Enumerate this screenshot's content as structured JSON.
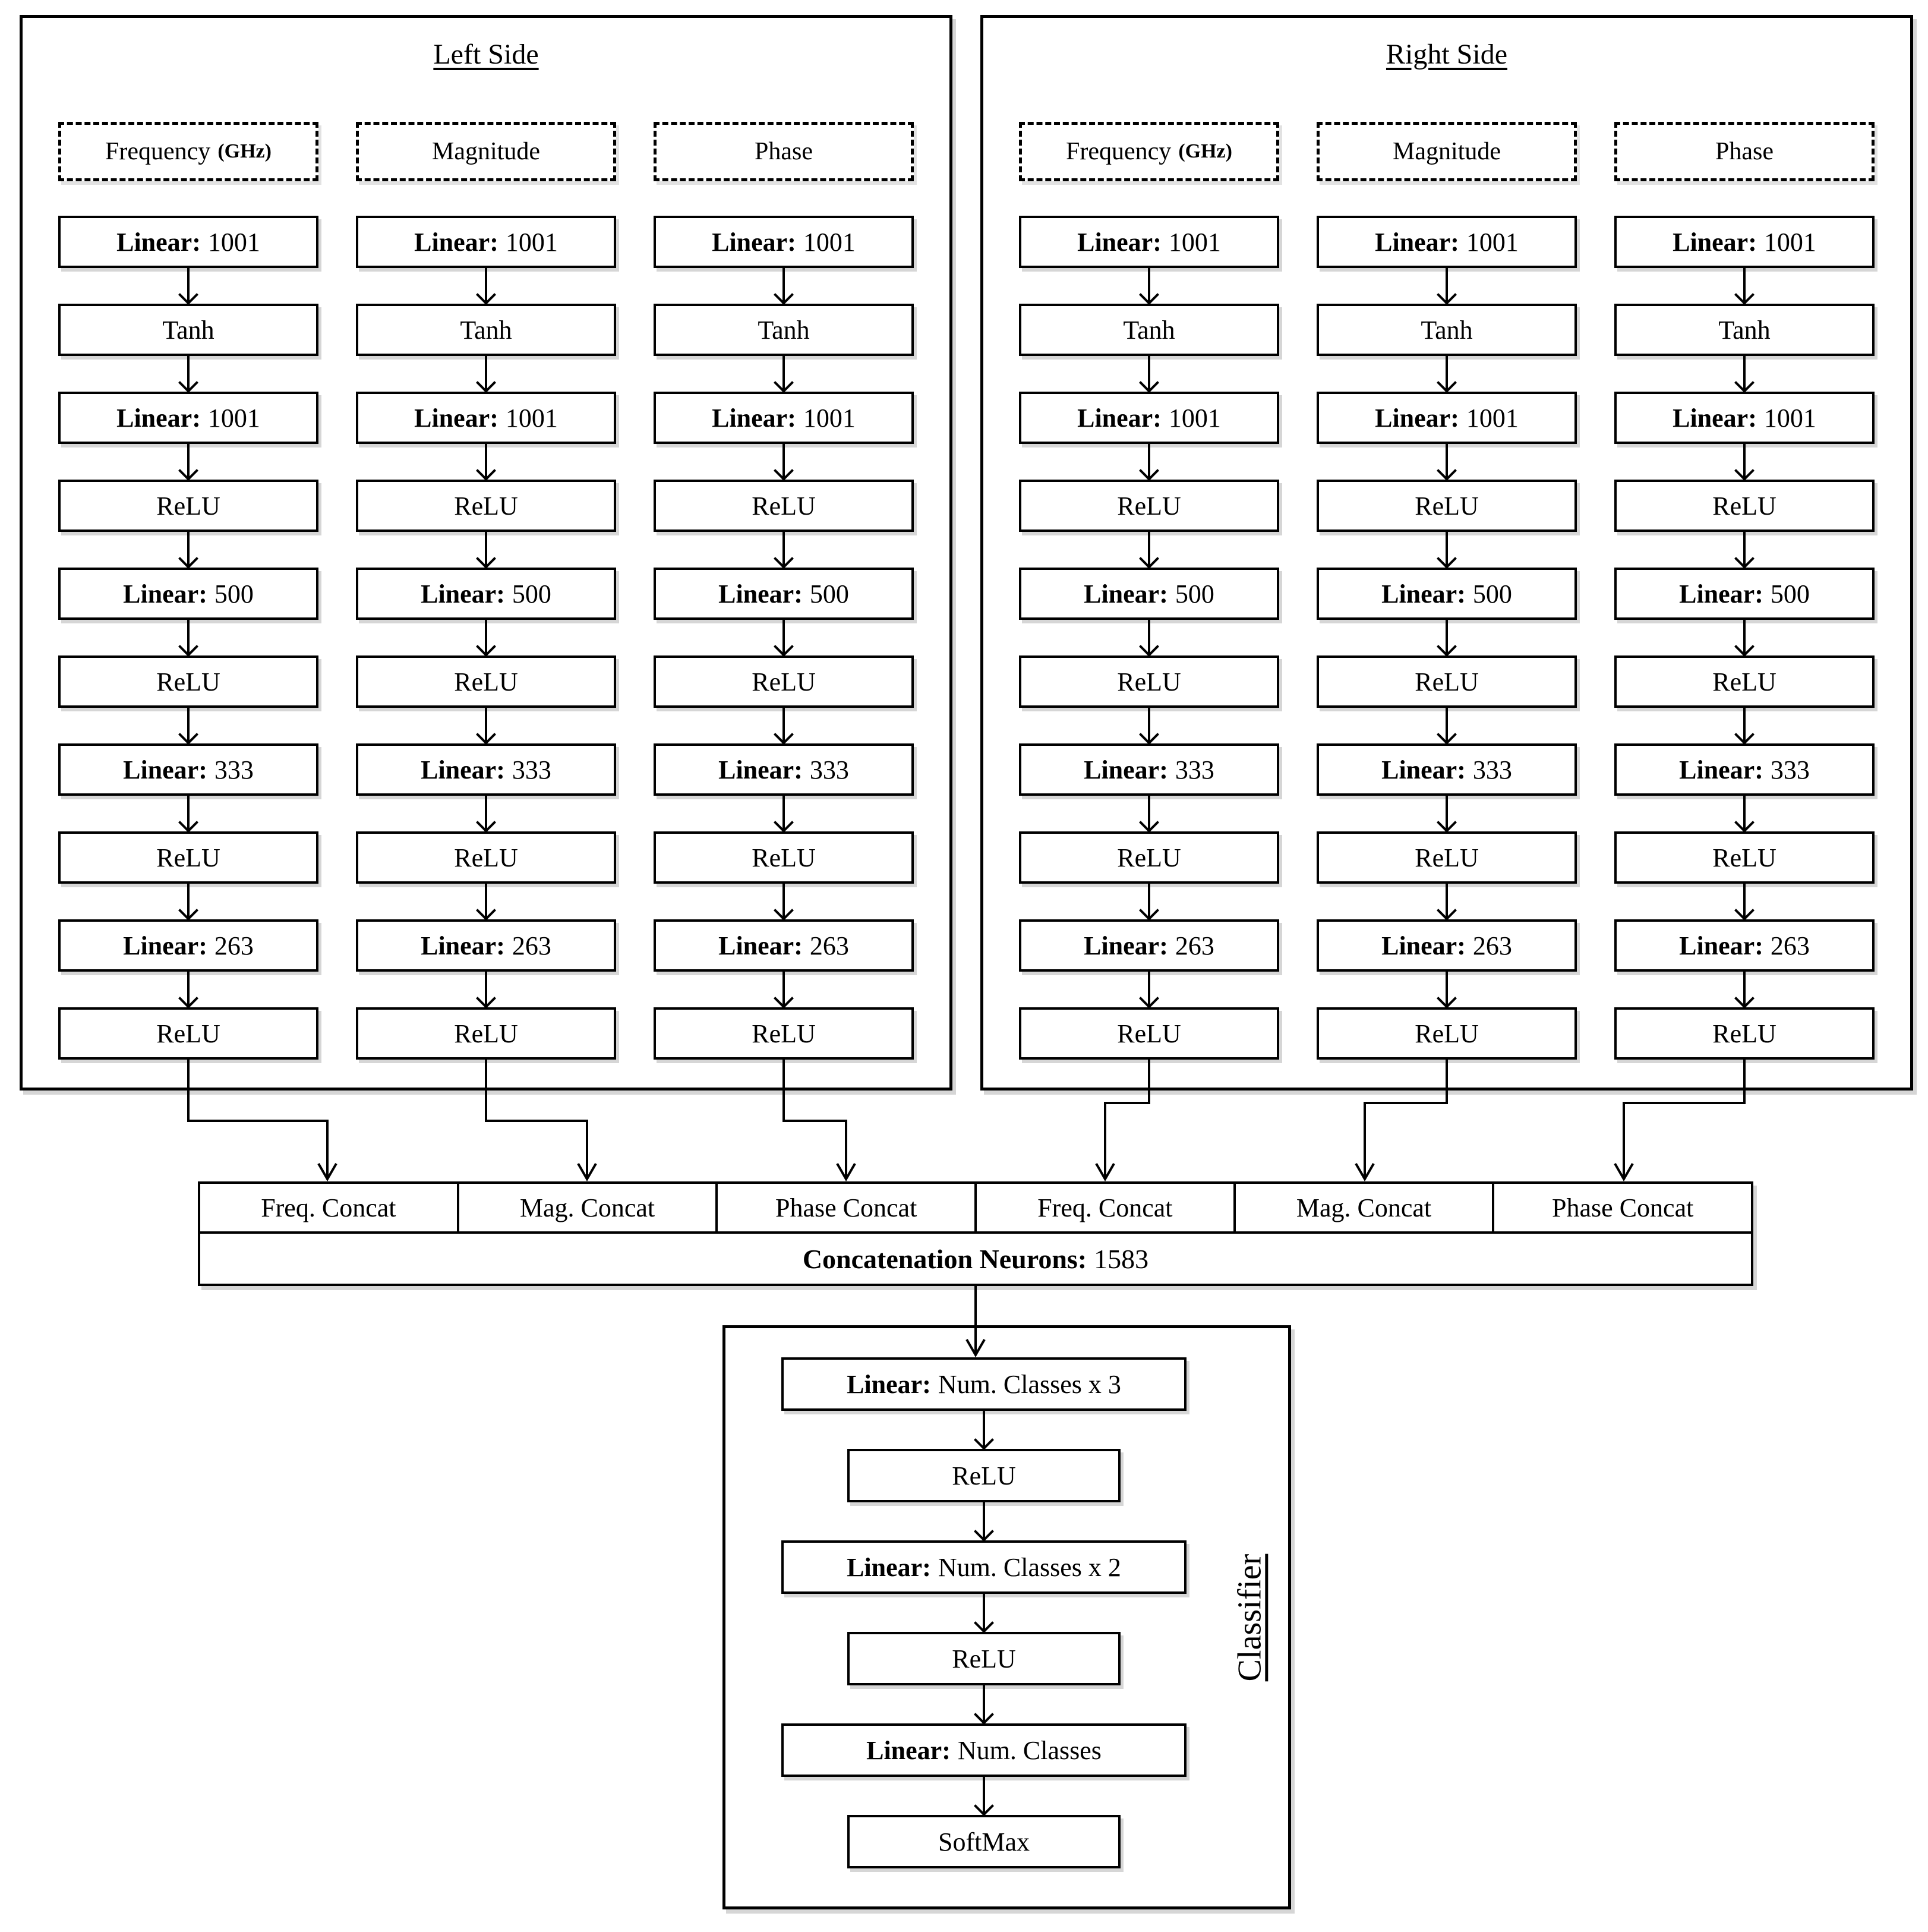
{
  "page": {
    "background": "#ffffff",
    "line_color": "#000000"
  },
  "sides": [
    {
      "title": "Left Side",
      "columns": [
        {
          "input": {
            "label": "Frequency",
            "unit": "(GHz)"
          },
          "layers": [
            {
              "bold": "Linear:",
              "text": "1001"
            },
            {
              "bold": "",
              "text": "Tanh"
            },
            {
              "bold": "Linear:",
              "text": "1001"
            },
            {
              "bold": "",
              "text": "ReLU"
            },
            {
              "bold": "Linear:",
              "text": "500"
            },
            {
              "bold": "",
              "text": "ReLU"
            },
            {
              "bold": "Linear:",
              "text": "333"
            },
            {
              "bold": "",
              "text": "ReLU"
            },
            {
              "bold": "Linear:",
              "text": "263"
            },
            {
              "bold": "",
              "text": "ReLU"
            }
          ]
        },
        {
          "input": {
            "label": "Magnitude",
            "unit": ""
          },
          "layers": [
            {
              "bold": "Linear:",
              "text": "1001"
            },
            {
              "bold": "",
              "text": "Tanh"
            },
            {
              "bold": "Linear:",
              "text": "1001"
            },
            {
              "bold": "",
              "text": "ReLU"
            },
            {
              "bold": "Linear:",
              "text": "500"
            },
            {
              "bold": "",
              "text": "ReLU"
            },
            {
              "bold": "Linear:",
              "text": "333"
            },
            {
              "bold": "",
              "text": "ReLU"
            },
            {
              "bold": "Linear:",
              "text": "263"
            },
            {
              "bold": "",
              "text": "ReLU"
            }
          ]
        },
        {
          "input": {
            "label": "Phase",
            "unit": ""
          },
          "layers": [
            {
              "bold": "Linear:",
              "text": "1001"
            },
            {
              "bold": "",
              "text": "Tanh"
            },
            {
              "bold": "Linear:",
              "text": "1001"
            },
            {
              "bold": "",
              "text": "ReLU"
            },
            {
              "bold": "Linear:",
              "text": "500"
            },
            {
              "bold": "",
              "text": "ReLU"
            },
            {
              "bold": "Linear:",
              "text": "333"
            },
            {
              "bold": "",
              "text": "ReLU"
            },
            {
              "bold": "Linear:",
              "text": "263"
            },
            {
              "bold": "",
              "text": "ReLU"
            }
          ]
        }
      ]
    },
    {
      "title": "Right Side",
      "columns": [
        {
          "input": {
            "label": "Frequency",
            "unit": "(GHz)"
          },
          "layers": [
            {
              "bold": "Linear:",
              "text": "1001"
            },
            {
              "bold": "",
              "text": "Tanh"
            },
            {
              "bold": "Linear:",
              "text": "1001"
            },
            {
              "bold": "",
              "text": "ReLU"
            },
            {
              "bold": "Linear:",
              "text": "500"
            },
            {
              "bold": "",
              "text": "ReLU"
            },
            {
              "bold": "Linear:",
              "text": "333"
            },
            {
              "bold": "",
              "text": "ReLU"
            },
            {
              "bold": "Linear:",
              "text": "263"
            },
            {
              "bold": "",
              "text": "ReLU"
            }
          ]
        },
        {
          "input": {
            "label": "Magnitude",
            "unit": ""
          },
          "layers": [
            {
              "bold": "Linear:",
              "text": "1001"
            },
            {
              "bold": "",
              "text": "Tanh"
            },
            {
              "bold": "Linear:",
              "text": "1001"
            },
            {
              "bold": "",
              "text": "ReLU"
            },
            {
              "bold": "Linear:",
              "text": "500"
            },
            {
              "bold": "",
              "text": "ReLU"
            },
            {
              "bold": "Linear:",
              "text": "333"
            },
            {
              "bold": "",
              "text": "ReLU"
            },
            {
              "bold": "Linear:",
              "text": "263"
            },
            {
              "bold": "",
              "text": "ReLU"
            }
          ]
        },
        {
          "input": {
            "label": "Phase",
            "unit": ""
          },
          "layers": [
            {
              "bold": "Linear:",
              "text": "1001"
            },
            {
              "bold": "",
              "text": "Tanh"
            },
            {
              "bold": "Linear:",
              "text": "1001"
            },
            {
              "bold": "",
              "text": "ReLU"
            },
            {
              "bold": "Linear:",
              "text": "500"
            },
            {
              "bold": "",
              "text": "ReLU"
            },
            {
              "bold": "Linear:",
              "text": "333"
            },
            {
              "bold": "",
              "text": "ReLU"
            },
            {
              "bold": "Linear:",
              "text": "263"
            },
            {
              "bold": "",
              "text": "ReLU"
            }
          ]
        }
      ]
    }
  ],
  "concat": {
    "cells": [
      "Freq. Concat",
      "Mag. Concat",
      "Phase Concat",
      "Freq. Concat",
      "Mag. Concat",
      "Phase Concat"
    ],
    "neurons": {
      "bold": "Concatenation Neurons:",
      "text": "1583"
    }
  },
  "classifier": {
    "label": "Classifier",
    "layers": [
      {
        "bold": "Linear:",
        "text": "Num. Classes x 3"
      },
      {
        "bold": "",
        "text": "ReLU"
      },
      {
        "bold": "Linear:",
        "text": "Num. Classes x 2"
      },
      {
        "bold": "",
        "text": "ReLU"
      },
      {
        "bold": "Linear:",
        "text": "Num. Classes"
      },
      {
        "bold": "",
        "text": "SoftMax"
      }
    ]
  }
}
